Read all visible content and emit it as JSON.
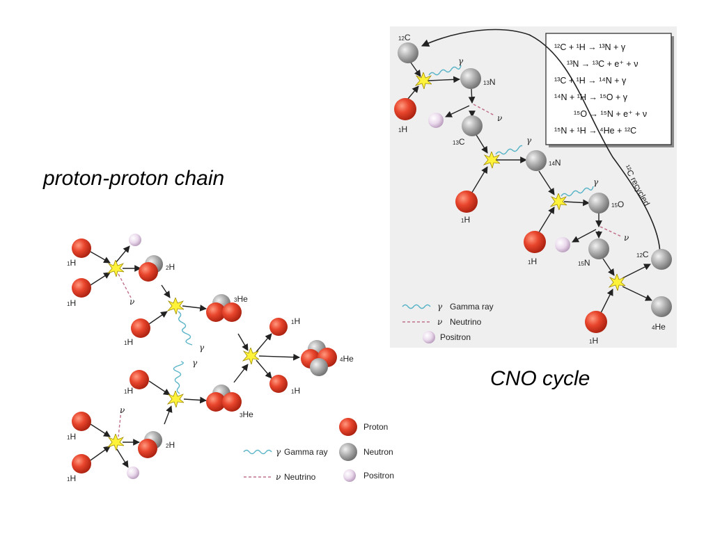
{
  "captions": {
    "pp": "proton-proton chain",
    "cno": "CNO cycle"
  },
  "pp_chain": {
    "labels": {
      "h1_a": {
        "sup": "1",
        "el": "H"
      },
      "h1_b": {
        "sup": "1",
        "el": "H"
      },
      "h2_a": {
        "sup": "2",
        "el": "H"
      },
      "he3_a": {
        "sup": "3",
        "el": "He"
      },
      "h1_c": {
        "sup": "1",
        "el": "H"
      },
      "h1_d": {
        "sup": "1",
        "el": "H"
      },
      "h1_e": {
        "sup": "1",
        "el": "H"
      },
      "he4": {
        "sup": "4",
        "el": "He"
      },
      "h1_f": {
        "sup": "1",
        "el": "H"
      },
      "he3_b": {
        "sup": "3",
        "el": "He"
      },
      "h1_g": {
        "sup": "1",
        "el": "H"
      },
      "h1_h": {
        "sup": "1",
        "el": "H"
      },
      "h2_b": {
        "sup": "2",
        "el": "H"
      }
    },
    "gamma": "γ",
    "nu": "ν",
    "legend": {
      "proton": "Proton",
      "neutron": "Neutron",
      "positron": "Positron",
      "gamma": "Gamma ray",
      "neutrino": "Neutrino"
    }
  },
  "cno": {
    "equations": [
      "¹²C + ¹H → ¹³N + γ",
      "¹³N → ¹³C + e⁺ + ν",
      "¹³C + ¹H → ¹⁴N + γ",
      "¹⁴N + ¹H → ¹⁵O + γ",
      "¹⁵O → ¹⁵N + e⁺ + ν",
      "¹⁵N + ¹H → ⁴He + ¹²C"
    ],
    "recycled": "¹²C recycled",
    "labels": {
      "c12_top": {
        "sup": "12",
        "el": "C"
      },
      "h1_a": {
        "sup": "1",
        "el": "H"
      },
      "n13": {
        "sup": "13",
        "el": "N"
      },
      "c13": {
        "sup": "13",
        "el": "C"
      },
      "n14": {
        "sup": "14",
        "el": "N"
      },
      "h1_b": {
        "sup": "1",
        "el": "H"
      },
      "o15": {
        "sup": "15",
        "el": "O"
      },
      "h1_c": {
        "sup": "1",
        "el": "H"
      },
      "n15": {
        "sup": "15",
        "el": "N"
      },
      "c12_bottom": {
        "sup": "12",
        "el": "C"
      },
      "h1_d": {
        "sup": "1",
        "el": "H"
      },
      "he4": {
        "sup": "4",
        "el": "He"
      }
    },
    "gamma": "γ",
    "nu": "ν",
    "legend": {
      "gamma": "Gamma ray",
      "neutrino": "Neutrino",
      "positron": "Positron"
    }
  },
  "colors": {
    "proton": "#e8452c",
    "neutron": "#a9a9a9",
    "positron": "#e8d8ea",
    "flash": "#fff23a",
    "gamma": "#5ab4c8",
    "neutrino": "#c0708c",
    "panel": "#efefef"
  }
}
